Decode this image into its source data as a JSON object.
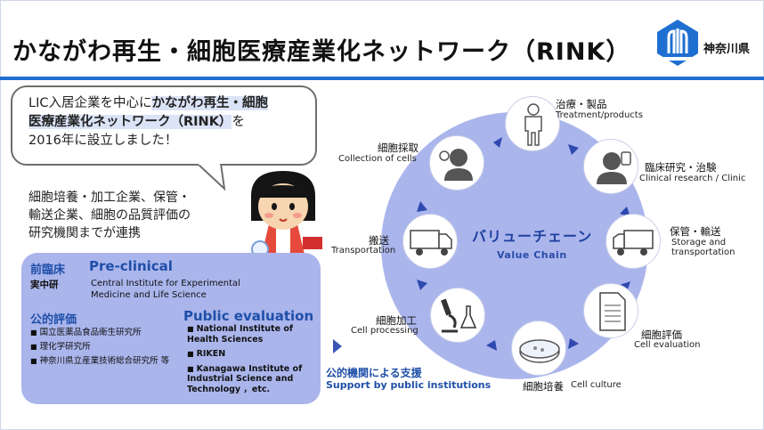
{
  "title": "かながわ再生・細胞医療産業化ネットワーク（RINK）",
  "logo": {
    "text": "神奈川県",
    "icon": "kanagawa-prefecture-logo",
    "color": "#1f6fd1"
  },
  "bubble": {
    "part1": "LIC入居企業を中心に",
    "highlight1": "かながわ再生・細胞",
    "highlight2": "医療産業化ネットワーク（RINK）",
    "part2": "を",
    "part3": "2016年に設立しました！"
  },
  "note": {
    "line1": "細胞培養・加工企業、保管・",
    "line2": "輸送企業、細胞の品質評価の",
    "line3": "研究機関までが連携"
  },
  "preclinical": {
    "label_jp": "前臨床",
    "label_en": "Pre-clinical",
    "org_jp": "実中研",
    "org_en_line1": "Central Institute for Experimental",
    "org_en_line2": "Medicine and Life Science"
  },
  "public_eval": {
    "label_jp": "公的評価",
    "label_en": "Public evaluation",
    "orgs_jp": [
      "国立医薬品食品衛生研究所",
      "理化学研究所",
      "神奈川県立産業技術総合研究所 等"
    ],
    "orgs_en": [
      "National Institute of Health Sciences",
      "RIKEN",
      "Kanagawa Institute of Industrial Science and Technology ，etc."
    ]
  },
  "support": {
    "jp": "公的機関による支援",
    "en": "Support by public institutions"
  },
  "value_chain": {
    "title_jp": "バリューチェーン",
    "title_en": "Value Chain",
    "nodes": [
      {
        "jp": "治療・製品",
        "en": "Treatment/products",
        "icon": "human-body-icon"
      },
      {
        "jp": "臨床研究・治験",
        "en": "Clinical research / Clinic",
        "icon": "patient-icon"
      },
      {
        "jp": "保管・輸送",
        "en1": "Storage and",
        "en2": "transportation",
        "icon": "truck-icon"
      },
      {
        "jp": "細胞評価",
        "en": "Cell evaluation",
        "icon": "document-icon"
      },
      {
        "jp": "細胞培養",
        "en": "Cell culture",
        "icon": "petri-dish-icon"
      },
      {
        "jp": "細胞加工",
        "en": "Cell processing",
        "icon": "microscope-icon"
      },
      {
        "jp": "搬送",
        "en": "Transportation",
        "icon": "truck-icon"
      },
      {
        "jp": "細胞採取",
        "en": "Collection of cells",
        "icon": "donor-icon"
      }
    ]
  },
  "colors": {
    "accent": "#1f6fd1",
    "panel": "#aab5ec",
    "label_blue": "#1f4fa8"
  }
}
